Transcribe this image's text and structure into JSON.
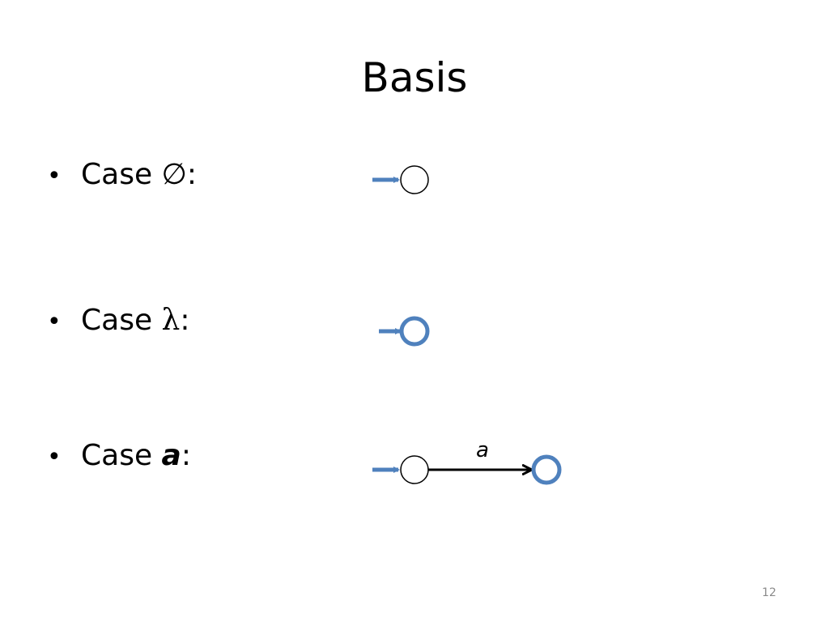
{
  "slide": {
    "title": "Basis",
    "page_number": "12"
  },
  "cases": [
    {
      "bullet": "•",
      "prefix": "Case ",
      "symbol": "∅",
      "suffix": ":"
    },
    {
      "bullet": "•",
      "prefix": "Case ",
      "symbol": "λ",
      "suffix": ":"
    },
    {
      "bullet": "•",
      "prefix": "Case ",
      "symbol": "a",
      "suffix": ":"
    }
  ],
  "diagrams": {
    "empty_set": {
      "states": [
        "start, non-accepting"
      ]
    },
    "lambda": {
      "states": [
        "start, accepting"
      ]
    },
    "symbol_a": {
      "states": [
        "start, non-accepting",
        "accepting"
      ],
      "transition_label": "a"
    }
  },
  "colors": {
    "accent_blue": "#4f81bd",
    "text": "#000000",
    "page_number": "#8a8a8a"
  }
}
